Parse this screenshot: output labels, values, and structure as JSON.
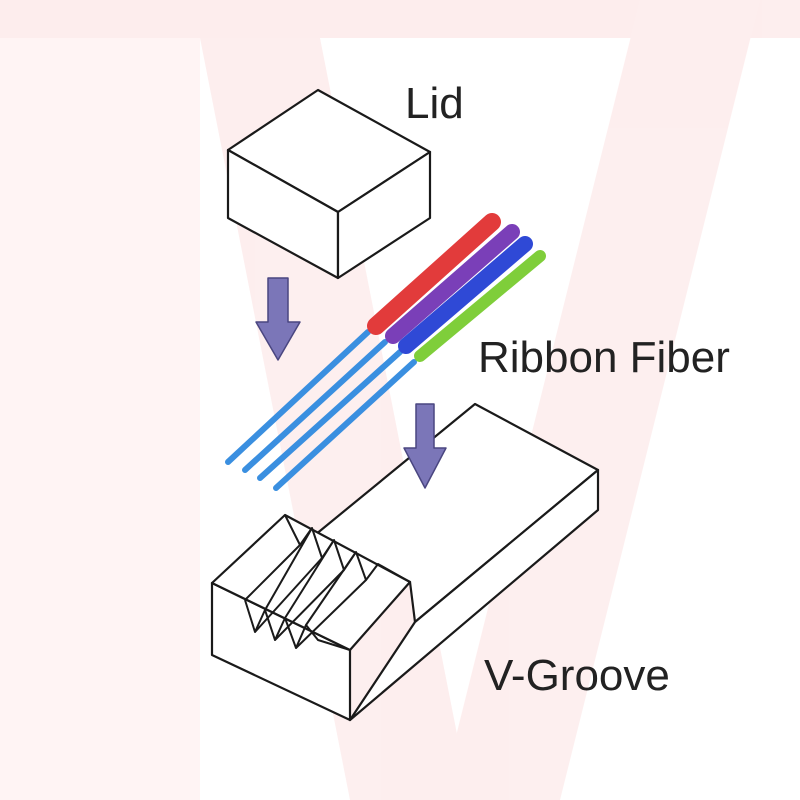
{
  "labels": {
    "lid": "Lid",
    "ribbon_fiber": "Ribbon Fiber",
    "v_groove": "V-Groove"
  },
  "colors": {
    "outline": "#1a1a1a",
    "arrow_fill": "#7b76b8",
    "arrow_stroke": "#4a4680",
    "bare_fiber": "#3a8fe0",
    "fiber_red": "#e23b3b",
    "fiber_purple": "#7a3fb8",
    "fiber_blue": "#2f49d6",
    "fiber_green": "#7fce3a",
    "watermark": "#fde9e9"
  },
  "icons": {
    "arrow_lid": "down-arrow-icon",
    "arrow_fiber": "down-arrow-icon"
  }
}
